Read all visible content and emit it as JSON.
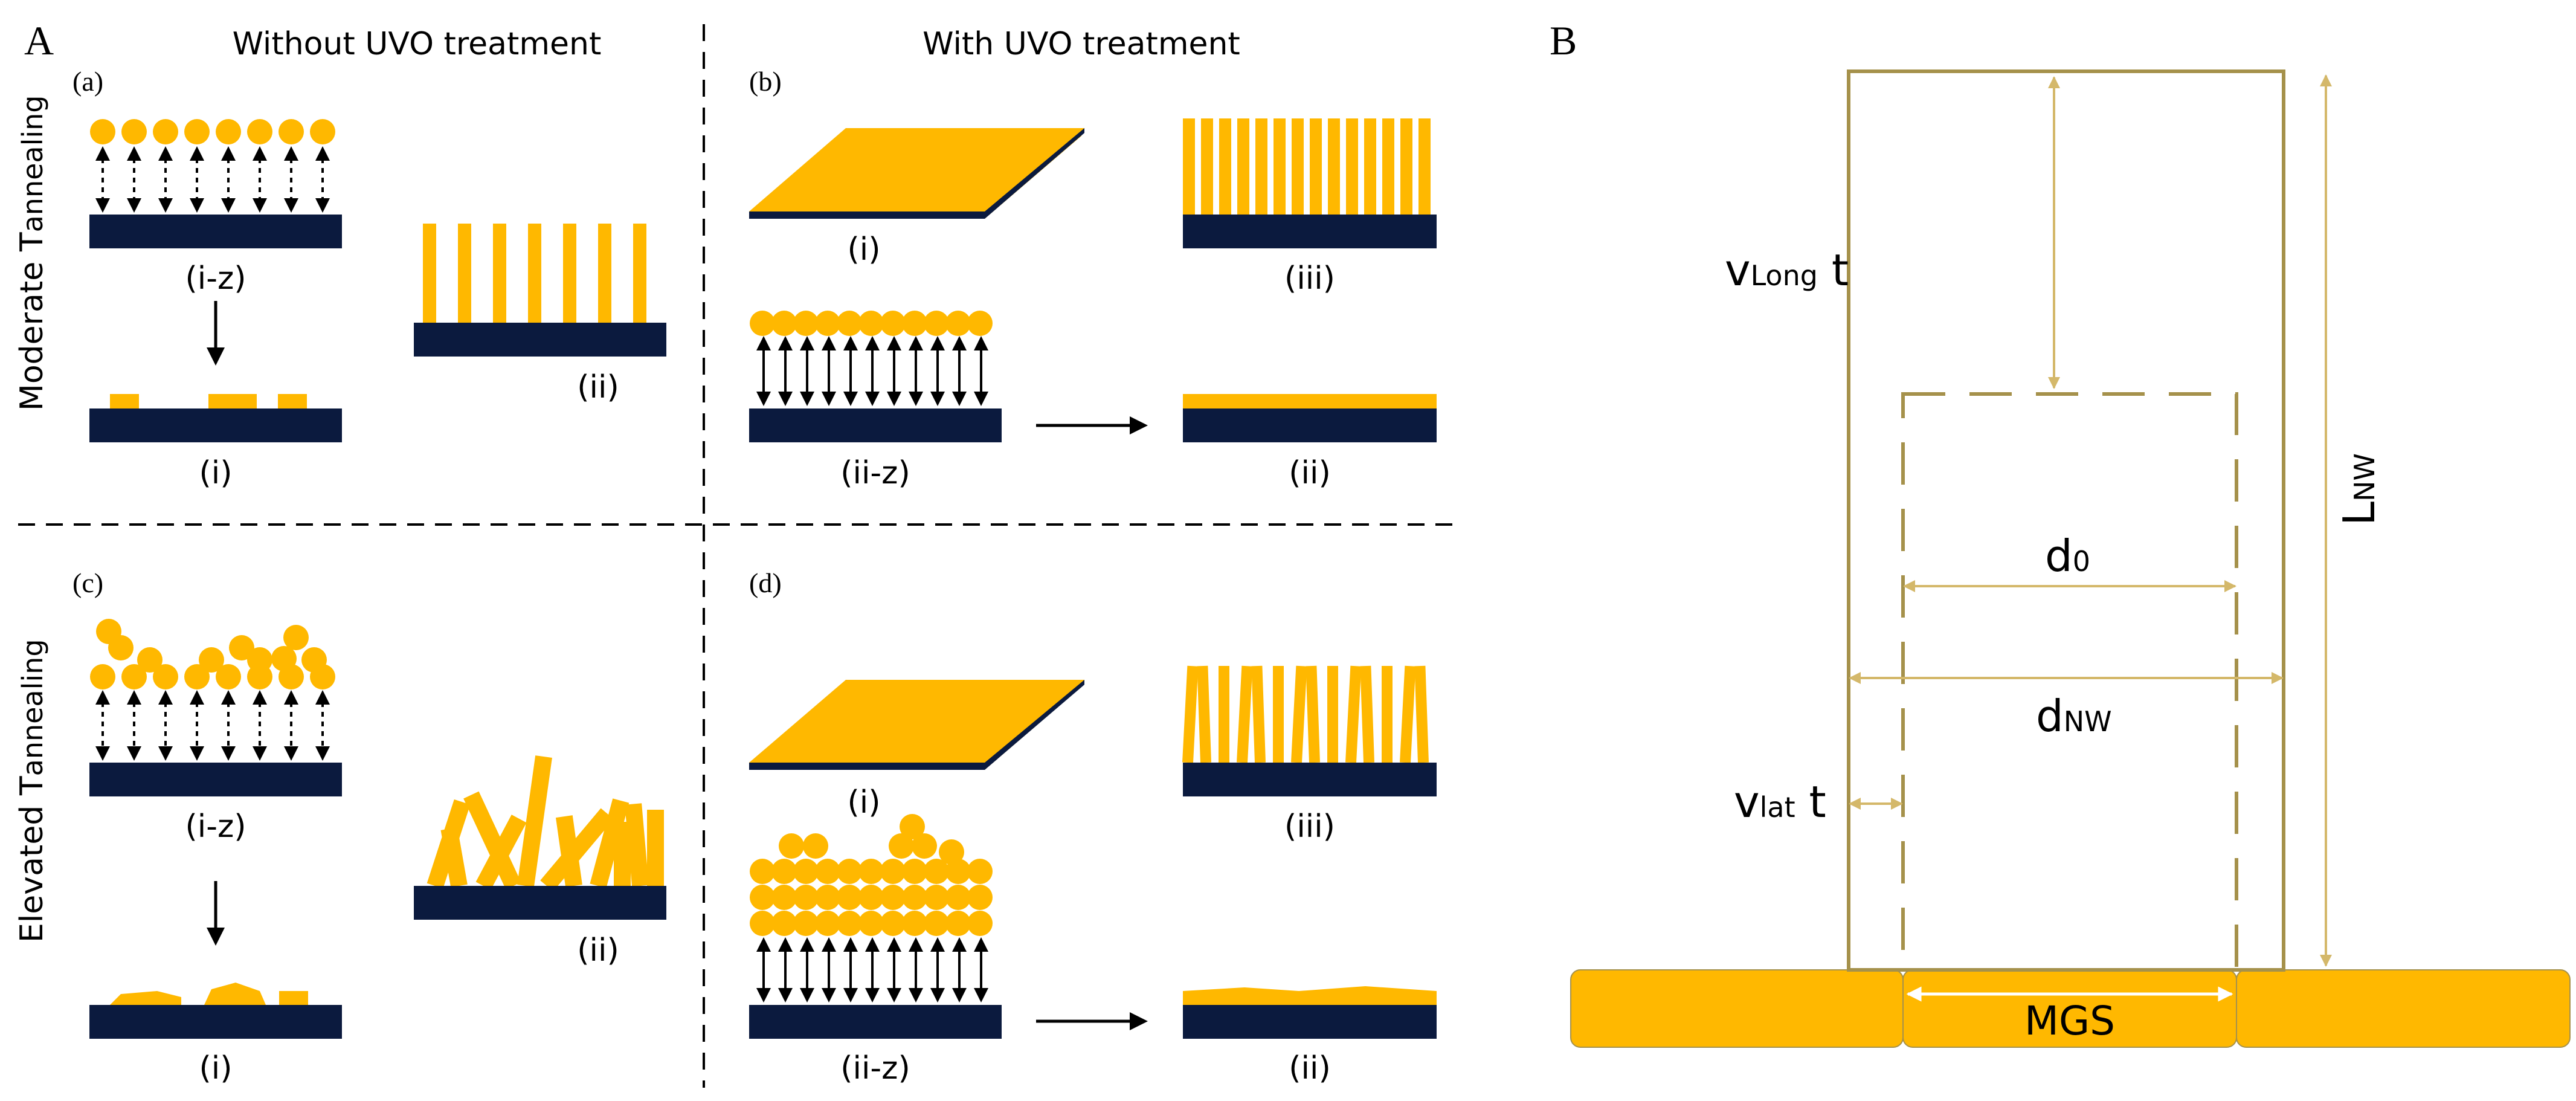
{
  "colors": {
    "gold": "#FFB800",
    "navy": "#0B1A3E",
    "outline": "#A5914B",
    "dim": "#D4B86A"
  },
  "panel_a": {
    "letter": "A",
    "header_left": "Without UVO treatment",
    "header_right": "With UVO treatment",
    "side_top": "Moderate T",
    "side_top_sub": "annealing",
    "side_bottom": "Elevated T",
    "side_bottom_sub": "annealing",
    "sub_a": "(a)",
    "sub_b": "(b)",
    "sub_c": "(c)",
    "sub_d": "(d)",
    "a_iz": "(i-z)",
    "a_i": "(i)",
    "a_ii": "(ii)",
    "b_i": "(i)",
    "b_iii": "(iii)",
    "b_iiz": "(ii-z)",
    "b_ii": "(ii)",
    "c_iz": "(i-z)",
    "c_i": "(i)",
    "c_ii": "(ii)",
    "d_i": "(i)",
    "d_iii": "(iii)",
    "d_iiz": "(ii-z)",
    "d_ii": "(ii)"
  },
  "panel_b": {
    "letter": "B",
    "v_long": "v",
    "v_long_sub": "Long",
    "v_long_t": " t",
    "d0": "d",
    "d0_sub": "0",
    "dnw": "d",
    "dnw_sub": "NW",
    "vlat": "v",
    "vlat_sub": "lat",
    "vlat_t": " t",
    "lnw": "L",
    "lnw_sub": "NW",
    "mgs": "MGS"
  }
}
